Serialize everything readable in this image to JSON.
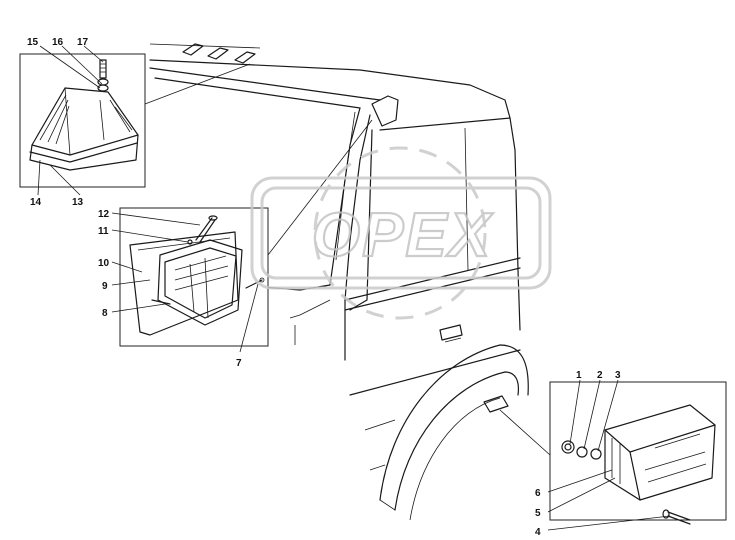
{
  "watermark": {
    "text": "OPEX"
  },
  "callouts": {
    "c1": "1",
    "c2": "2",
    "c3": "3",
    "c4": "4",
    "c5": "5",
    "c6": "6",
    "c7": "7",
    "c8": "8",
    "c9": "9",
    "c10": "10",
    "c11": "11",
    "c12": "12",
    "c13": "13",
    "c14": "14",
    "c15": "15",
    "c16": "16",
    "c17": "17"
  },
  "colors": {
    "ink": "#1a1a1a",
    "watermark": "#c9c9c9",
    "background": "#ffffff"
  }
}
